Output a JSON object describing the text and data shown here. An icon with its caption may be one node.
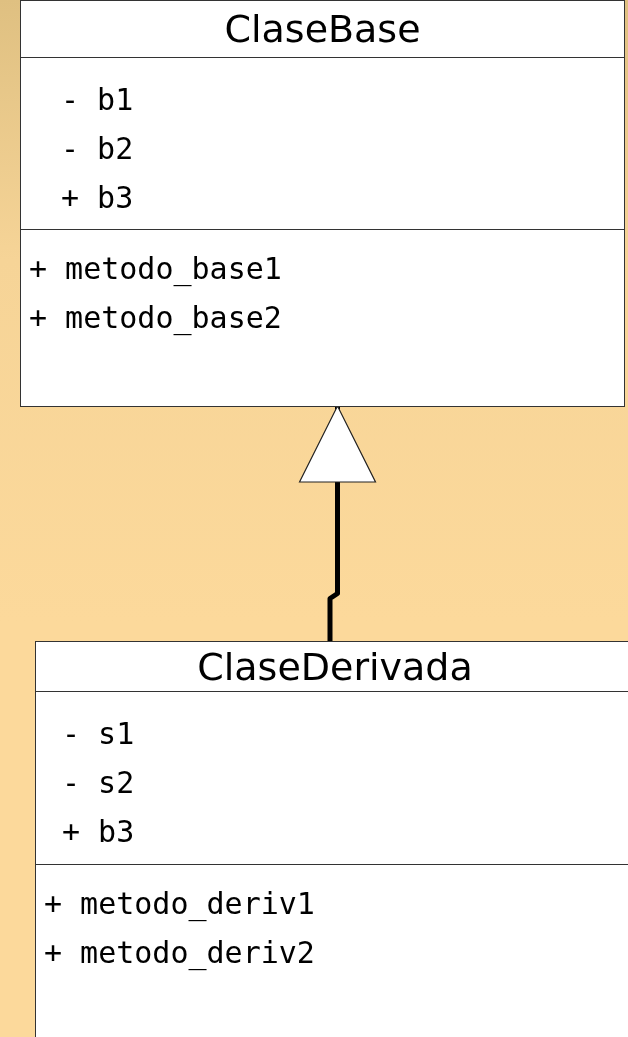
{
  "diagram": {
    "nodes": [
      {
        "text": [
          "ClaseBase",
          "- b1",
          "- b2",
          "+ b3",
          "+ metodo_base1",
          "+ metodo_base2"
        ]
      },
      {
        "text": [
          "ClaseDerivada",
          "- s1",
          "- s2",
          "+ b3",
          "+ metodo_deriv1",
          "+ metodo_deriv2"
        ]
      }
    ],
    "edges": [
      {
        "from": 1,
        "to": 0,
        "arrow": "to"
      }
    ]
  }
}
